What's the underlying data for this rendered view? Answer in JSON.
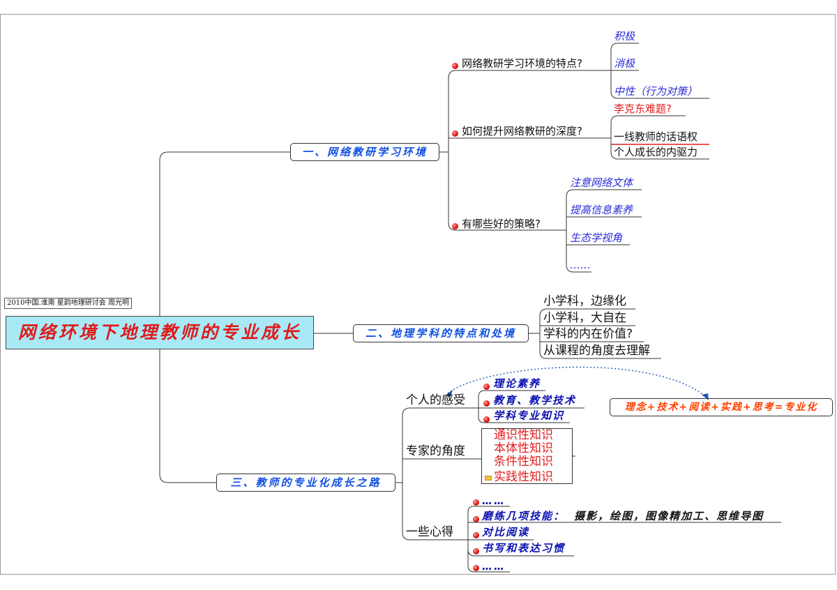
{
  "credit": "2010中国.淮南 星韵地理研讨会 周光明",
  "central": "网络环境下地理教师的专业成长",
  "branch1": {
    "label": "一、网络教研学习环境",
    "q1": {
      "label": "网络教研学习环境的特点?",
      "items": [
        "积极",
        "消极",
        "中性（行为对策）"
      ]
    },
    "q2": {
      "label": "如何提升网络教研的深度?",
      "items": [
        "李克东难题?",
        "一线教师的话语权",
        "个人成长的内驱力"
      ]
    },
    "q3": {
      "label": "有哪些好的策略?",
      "items": [
        "注意网络文体",
        "提高信息素养",
        "生态学视角",
        "……"
      ]
    }
  },
  "branch2": {
    "label": "二、地理学科的特点和处境",
    "items": [
      "小学科，边缘化",
      "小学科，大自在",
      "学科的内在价值?",
      "从课程的角度去理解"
    ]
  },
  "branch3": {
    "label": "三、教师的专业化成长之路",
    "personal": {
      "label": "个人的感受",
      "items": [
        "理论素养",
        "教育、教学技术",
        "学科专业知识"
      ]
    },
    "expert": {
      "label": "专家的角度",
      "items": [
        "通识性知识",
        "本体性知识",
        "条件性知识",
        "实践性知识"
      ]
    },
    "tips": {
      "label": "一些心得",
      "items": [
        "……",
        "磨练几项技能：",
        "对比阅读",
        "书写和表达习惯",
        "……"
      ],
      "skills": "摄影，绘图，图像精加工、思维导图"
    }
  },
  "formula": "理念+技术+阅读+实践+思考=专业化",
  "colors": {
    "central_bg": "#a9e9f6",
    "central_text": "#e01a1a",
    "branch_text": "#1150e0",
    "link_text": "#2a2ad8",
    "alert_red": "#e21d1d",
    "formula_text": "#ff4000",
    "connector": "#333333",
    "dotted_arrow": "#1f5ab4"
  }
}
